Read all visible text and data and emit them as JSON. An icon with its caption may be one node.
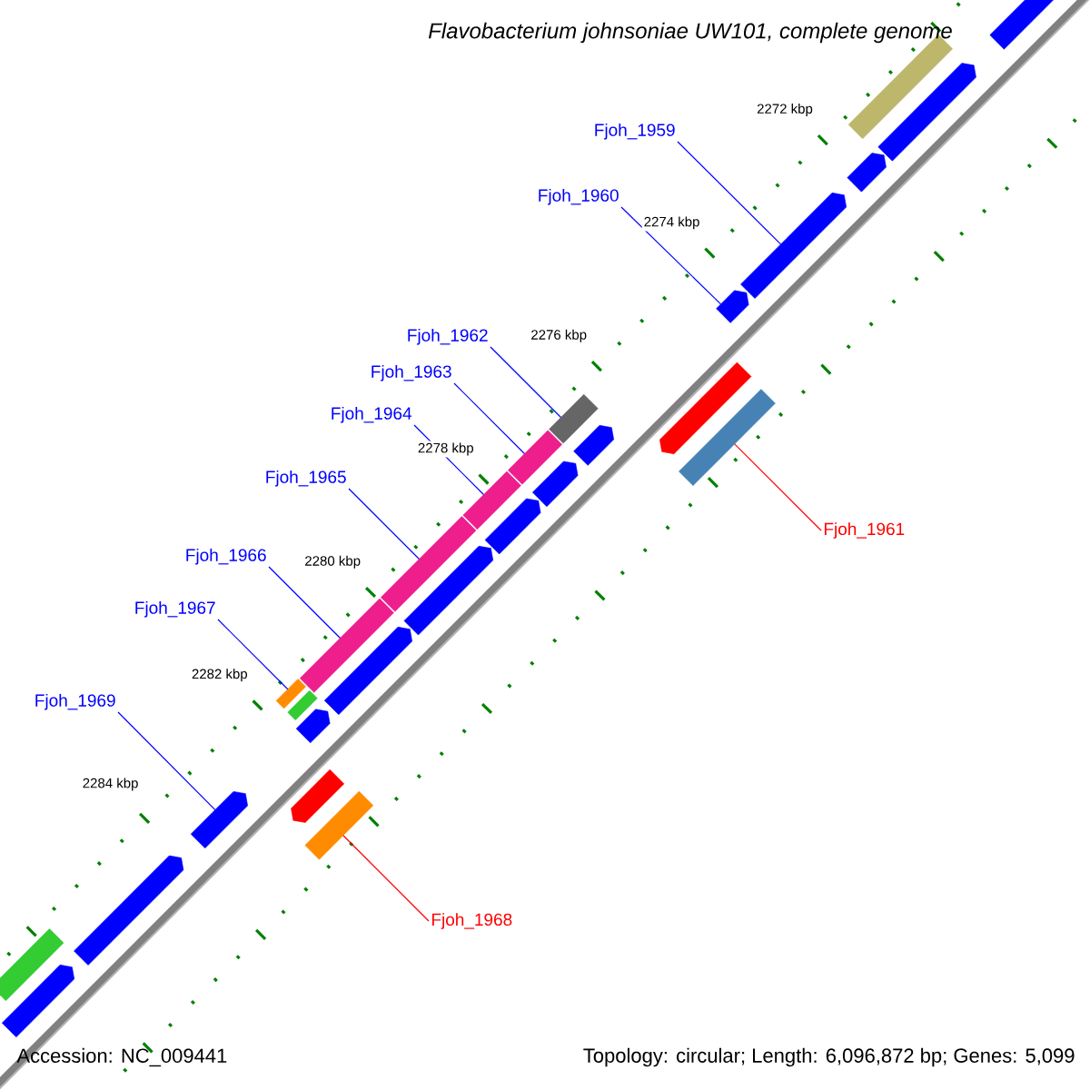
{
  "diagram": {
    "title": "Flavobacterium johnsoniae UW101, complete genome",
    "nodes": [
      {
        "text": [
          "Fjoh_1959"
        ]
      },
      {
        "text": [],
        "shape": "bar"
      },
      {
        "text": [
          "Fjoh_1960"
        ]
      },
      {
        "text": [],
        "shape": "bar"
      },
      {
        "text": [
          "Fjoh_1962"
        ]
      },
      {
        "text": [],
        "shape": "bar"
      },
      {
        "text": [
          "Fjoh_1963"
        ]
      },
      {
        "text": [],
        "shape": "bar"
      },
      {
        "text": [
          "Fjoh_1964"
        ]
      },
      {
        "text": [],
        "shape": "bar"
      },
      {
        "text": [
          "Fjoh_1965"
        ]
      },
      {
        "text": [],
        "shape": "bar"
      },
      {
        "text": [
          "Fjoh_1966"
        ]
      },
      {
        "text": [],
        "shape": "bar"
      },
      {
        "text": [
          "Fjoh_1967"
        ]
      },
      {
        "text": [],
        "shape": "bar"
      },
      {
        "text": [
          "Fjoh_1969"
        ]
      },
      {
        "text": [],
        "shape": "bar"
      },
      {
        "text": [
          "Fjoh_1961"
        ]
      },
      {
        "text": [],
        "shape": "bar"
      },
      {
        "text": [
          "Fjoh_1968"
        ]
      },
      {
        "text": [],
        "shape": "bar"
      },
      {
        "text": [],
        "shape": "bar"
      },
      {
        "text": [],
        "shape": "bar"
      },
      {
        "text": [],
        "shape": "bar"
      },
      {
        "text": [],
        "shape": "bar"
      },
      {
        "text": [],
        "shape": "bar"
      },
      {
        "text": [],
        "shape": "bar"
      },
      {
        "text": [],
        "shape": "bar"
      },
      {
        "text": [],
        "shape": "bar"
      },
      {
        "text": [],
        "shape": "bar"
      },
      {
        "text": [],
        "shape": "bar"
      },
      {
        "text": [],
        "shape": "bar"
      },
      {
        "text": [],
        "shape": "bar"
      },
      {
        "text": [],
        "shape": "bar"
      },
      {
        "text": [],
        "shape": "bar"
      },
      {
        "text": [],
        "shape": "bar"
      },
      {
        "text": [],
        "shape": "bar"
      }
    ],
    "edges": [
      {
        "from": 0,
        "to": 1,
        "arrow": "none"
      },
      {
        "from": 2,
        "to": 3,
        "arrow": "none"
      },
      {
        "from": 4,
        "to": 5,
        "arrow": "none"
      },
      {
        "from": 6,
        "to": 7,
        "arrow": "none"
      },
      {
        "from": 8,
        "to": 9,
        "arrow": "none"
      },
      {
        "from": 10,
        "to": 11,
        "arrow": "none"
      },
      {
        "from": 12,
        "to": 13,
        "arrow": "none"
      },
      {
        "from": 14,
        "to": 15,
        "arrow": "none"
      },
      {
        "from": 16,
        "to": 17,
        "arrow": "none"
      },
      {
        "from": 18,
        "to": 19,
        "arrow": "none",
        "color": "#ff0000"
      },
      {
        "from": 20,
        "to": 21,
        "arrow": "none",
        "color": "#ff0000"
      }
    ],
    "labels": [
      "2272 kbp",
      "2274 kbp",
      "2276 kbp",
      "2278 kbp",
      "2280 kbp",
      "2282 kbp",
      "2284 kbp",
      "Accession: NC_009441",
      "Topology: circular; Length: 6,096,872 bp; Genes: 5,099"
    ]
  }
}
